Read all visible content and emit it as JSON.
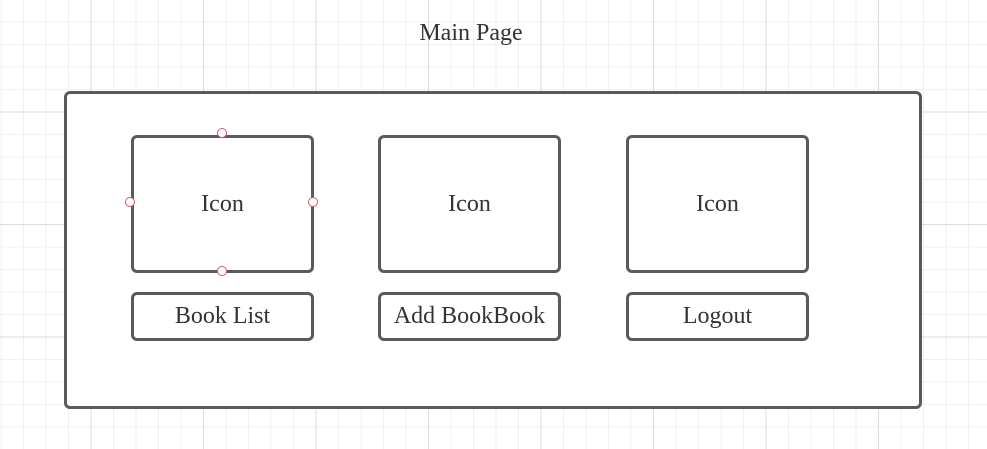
{
  "diagram": {
    "title": "Main Page",
    "cards": [
      {
        "icon_text": "Icon",
        "label": "Book List",
        "selected": true
      },
      {
        "icon_text": "Icon",
        "label": "Add BookBook",
        "selected": false
      },
      {
        "icon_text": "Icon",
        "label": "Logout",
        "selected": false
      }
    ]
  },
  "colors": {
    "stroke": "#5a5a5a",
    "text": "#333333",
    "selection_handle": "#d25a64",
    "grid_major": "#dcdcdc",
    "grid_minor": "#f0f0f0"
  }
}
